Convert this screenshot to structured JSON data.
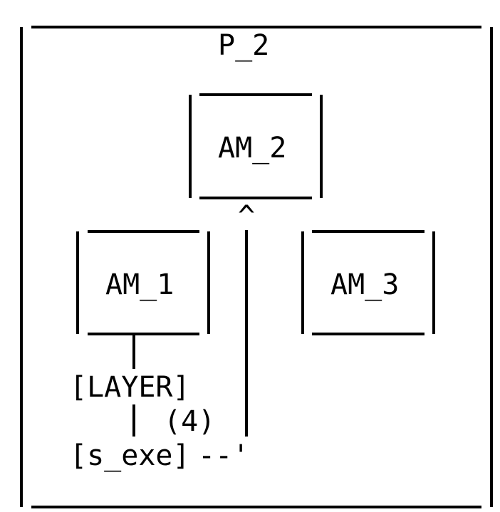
{
  "diagram": {
    "outer_box": {
      "label": "P_2"
    },
    "nodes": [
      {
        "id": "am2",
        "label": "AM_2"
      },
      {
        "id": "am1",
        "label": "AM_1"
      },
      {
        "id": "am3",
        "label": "AM_3"
      }
    ],
    "layer_label": "[LAYER]",
    "count_label": "(4)",
    "exe_label": "[s_exe]",
    "connector": "--'",
    "arrow_glyph": "^"
  }
}
